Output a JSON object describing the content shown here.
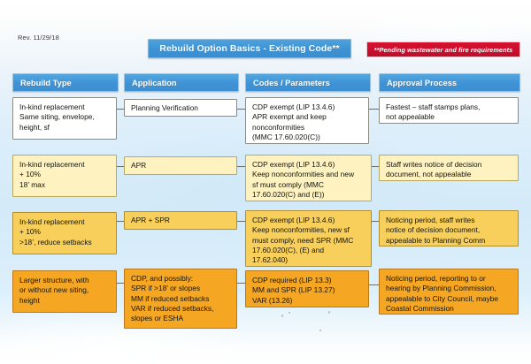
{
  "document": {
    "revision": "Rev. 11/29/18",
    "title": "Rebuild Option Basics - Existing Code**",
    "footnote": "**Pending wastewater and fire requirements"
  },
  "colors": {
    "header_blue": "#3f93d5",
    "badge_red": "#c8102e",
    "row_white": "#ffffff",
    "row_cream": "#fdf2c0",
    "row_gold": "#f7cf5a",
    "row_orange": "#f5a623"
  },
  "columns": [
    {
      "label": "Rebuild Type"
    },
    {
      "label": "Application"
    },
    {
      "label": "Codes / Parameters"
    },
    {
      "label": "Approval Process"
    }
  ],
  "rows": [
    {
      "tone": "white",
      "rebuild_type": [
        "In-kind replacement",
        "Same siting, envelope,",
        "height, sf"
      ],
      "application": [
        "Planning Verification"
      ],
      "codes": [
        "CDP exempt (LIP 13.4.6)",
        "APR exempt and keep",
        "nonconformities",
        "(MMC 17.60.020(C))"
      ],
      "approval": [
        "Fastest – staff stamps plans,",
        "not appealable"
      ]
    },
    {
      "tone": "cream",
      "rebuild_type": [
        "In-kind replacement",
        "+ 10%",
        "18’ max"
      ],
      "application": [
        "APR"
      ],
      "codes": [
        "CDP exempt (LIP 13.4.6)",
        "Keep nonconformities and new",
        "sf must comply (MMC",
        "17.60.020(C) and (E))"
      ],
      "approval": [
        "Staff writes notice of decision",
        "document, not appealable"
      ]
    },
    {
      "tone": "gold",
      "rebuild_type": [
        "In-kind replacement",
        "+ 10%",
        ">18’, reduce setbacks"
      ],
      "application": [
        "APR + SPR"
      ],
      "codes": [
        "CDP exempt (LIP 13.4.6)",
        "Keep nonconformities, new sf",
        "must comply, need SPR (MMC",
        "17.60.020(C), (E) and",
        "17.62.040)"
      ],
      "approval": [
        "Noticing period, staff writes",
        "notice of decision document,",
        "appealable to Planning Comm"
      ]
    },
    {
      "tone": "orange",
      "rebuild_type": [
        "Larger structure, with",
        "or without new siting,",
        "height"
      ],
      "application": [
        "CDP, and possibly:",
        "SPR if >18’ or slopes",
        "MM if reduced setbacks",
        "VAR if reduced setbacks,",
        "slopes or ESHA"
      ],
      "codes": [
        "CDP required (LIP 13.3)",
        "MM and SPR (LIP 13.27)",
        "VAR (13.26)"
      ],
      "approval": [
        "Noticing period, reporting to or",
        "hearing by Planning Commission,",
        "appealable to City Council, maybe",
        "Coastal Commission"
      ]
    }
  ]
}
